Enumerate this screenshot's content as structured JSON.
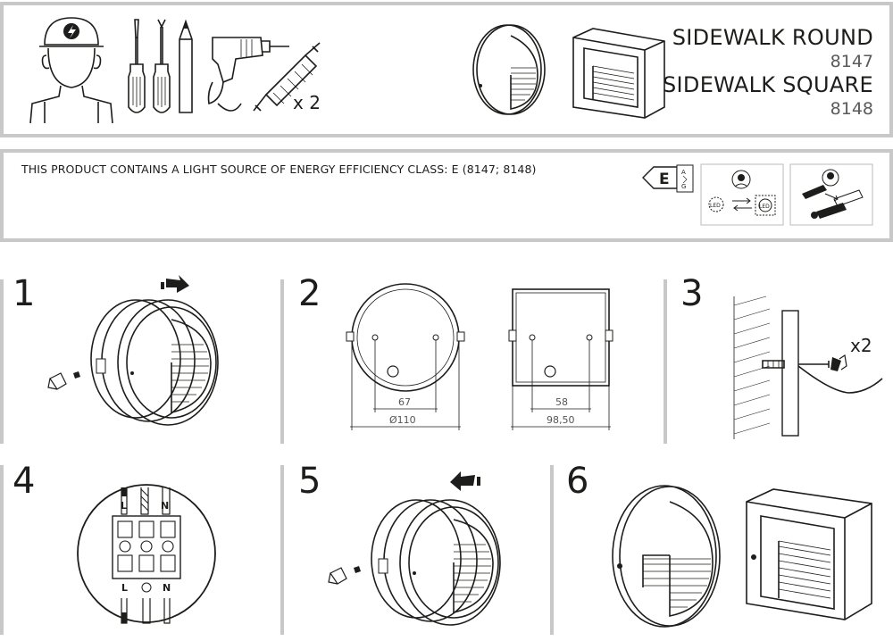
{
  "header": {
    "product_1_name": "SIDEWALK ROUND",
    "product_1_code": "8147",
    "product_2_name": "SIDEWALK SQUARE",
    "product_2_code": "8148",
    "anchor_count": "x 2"
  },
  "energy": {
    "statement": "THIS PRODUCT CONTAINS A LIGHT SOURCE OF ENERGY EFFICIENCY CLASS: E (8147; 8148)",
    "class_letter": "E",
    "scale_top": "A",
    "scale_bottom": "G",
    "led_label": "LED"
  },
  "steps": [
    {
      "number": "1"
    },
    {
      "number": "2",
      "dim_round_holes": "67",
      "dim_round_diameter": "Ø110",
      "dim_square_holes": "58",
      "dim_square_width": "98,50"
    },
    {
      "number": "3",
      "screw_count": "x2"
    },
    {
      "number": "4",
      "terminal_l": "L",
      "terminal_n": "N"
    },
    {
      "number": "5"
    },
    {
      "number": "6"
    }
  ]
}
